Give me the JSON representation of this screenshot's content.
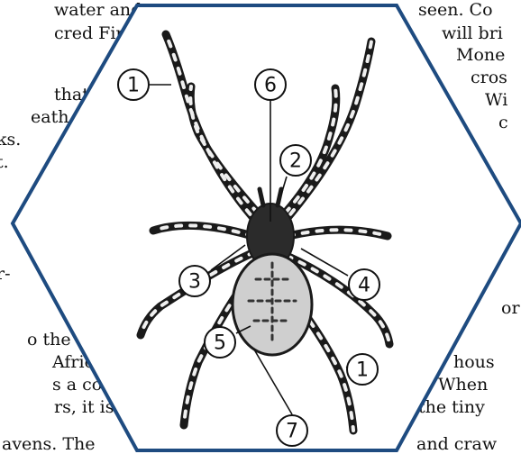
{
  "page": {
    "background": "#ffffff",
    "frame_color": "#1e4b80"
  },
  "left_text": [
    "water and",
    "cred Fire",
    "that",
    "eath",
    "ks.",
    "t.",
    "r-",
    "o the",
    "African",
    "s a cord",
    "rs, it is a",
    "avens. The"
  ],
  "right_text": [
    "seen. Co",
    "will bri",
    "Mone",
    "cros",
    "Wi",
    "c",
    "or",
    "hous",
    "When",
    "the tiny",
    "and craw"
  ],
  "callouts": [
    {
      "id": "leg-upper",
      "label": "1"
    },
    {
      "id": "center-line",
      "label": "6"
    },
    {
      "id": "head",
      "label": "2"
    },
    {
      "id": "leg-left",
      "label": "3"
    },
    {
      "id": "leg-right",
      "label": "4"
    },
    {
      "id": "abdomen-side",
      "label": "5"
    },
    {
      "id": "leg-lower",
      "label": "1"
    },
    {
      "id": "abdomen-bottom",
      "label": "7"
    }
  ]
}
